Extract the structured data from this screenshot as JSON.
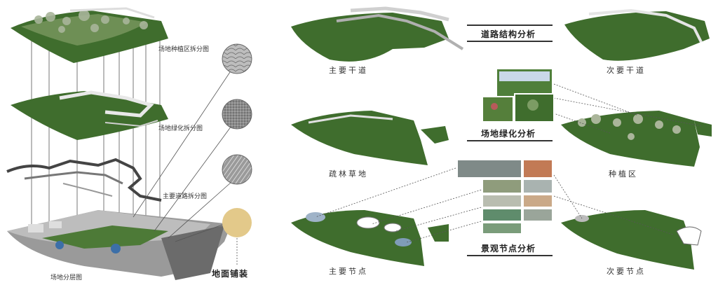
{
  "left": {
    "layer_labels": [
      "场地种植区拆分图",
      "场地绿化拆分图",
      "主要道路拆分图"
    ],
    "bottom_label": "场地分层图",
    "material_label": "地面铺装"
  },
  "right": {
    "section_titles": [
      "道路结构分析",
      "场地绿化分析",
      "景观节点分析"
    ],
    "captions": [
      "主要干道",
      "次要干道",
      "疏林草地",
      "种植区",
      "主要节点",
      "次要节点"
    ]
  },
  "colors": {
    "green": "#3f6d2d",
    "dark_green": "#2c5020",
    "base_grey": "#9a9a9a",
    "sand": "#e3c98a",
    "grey_circle": "#8a8a8a"
  }
}
